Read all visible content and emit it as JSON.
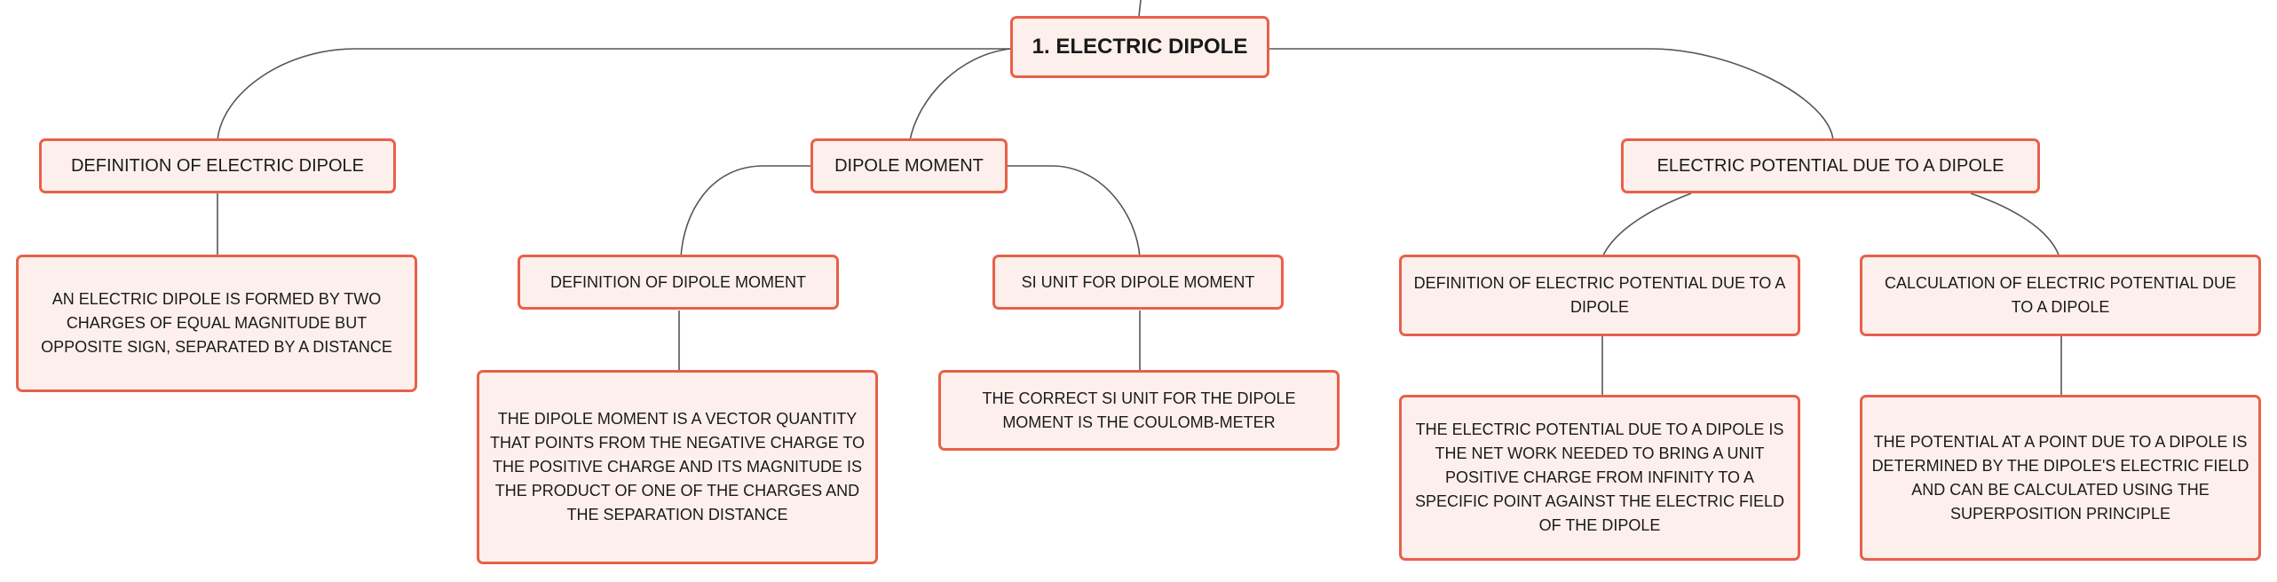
{
  "root": {
    "label": "1. ELECTRIC DIPOLE"
  },
  "definition_branch": {
    "title": "DEFINITION OF ELECTRIC DIPOLE",
    "detail": "AN ELECTRIC DIPOLE IS FORMED BY TWO CHARGES OF EQUAL MAGNITUDE BUT OPPOSITE SIGN, SEPARATED BY A DISTANCE"
  },
  "dipole_moment_branch": {
    "title": "DIPOLE MOMENT",
    "definition": {
      "title": "DEFINITION OF DIPOLE MOMENT",
      "detail": "THE DIPOLE MOMENT IS A VECTOR QUANTITY THAT POINTS FROM THE NEGATIVE CHARGE TO THE POSITIVE CHARGE AND ITS MAGNITUDE IS THE PRODUCT OF ONE OF THE CHARGES AND THE SEPARATION DISTANCE"
    },
    "si_unit": {
      "title": "SI UNIT FOR DIPOLE MOMENT",
      "detail": "THE CORRECT SI UNIT FOR THE DIPOLE MOMENT IS THE COULOMB-METER"
    }
  },
  "potential_branch": {
    "title": "ELECTRIC POTENTIAL DUE TO A DIPOLE",
    "definition": {
      "title": "DEFINITION OF ELECTRIC POTENTIAL DUE TO A DIPOLE",
      "detail": "THE ELECTRIC POTENTIAL DUE TO A DIPOLE IS THE NET WORK NEEDED TO BRING A UNIT POSITIVE CHARGE FROM INFINITY TO A SPECIFIC POINT AGAINST THE ELECTRIC FIELD OF THE DIPOLE"
    },
    "calculation": {
      "title": "CALCULATION OF ELECTRIC POTENTIAL DUE TO A DIPOLE",
      "detail": "THE POTENTIAL AT A POINT DUE TO A DIPOLE IS DETERMINED BY THE DIPOLE'S ELECTRIC FIELD AND CAN BE CALCULATED USING THE SUPERPOSITION PRINCIPLE"
    }
  },
  "colors": {
    "node_border": "#e8604a",
    "node_fill": "#fdf0ec",
    "connector": "#555555"
  }
}
